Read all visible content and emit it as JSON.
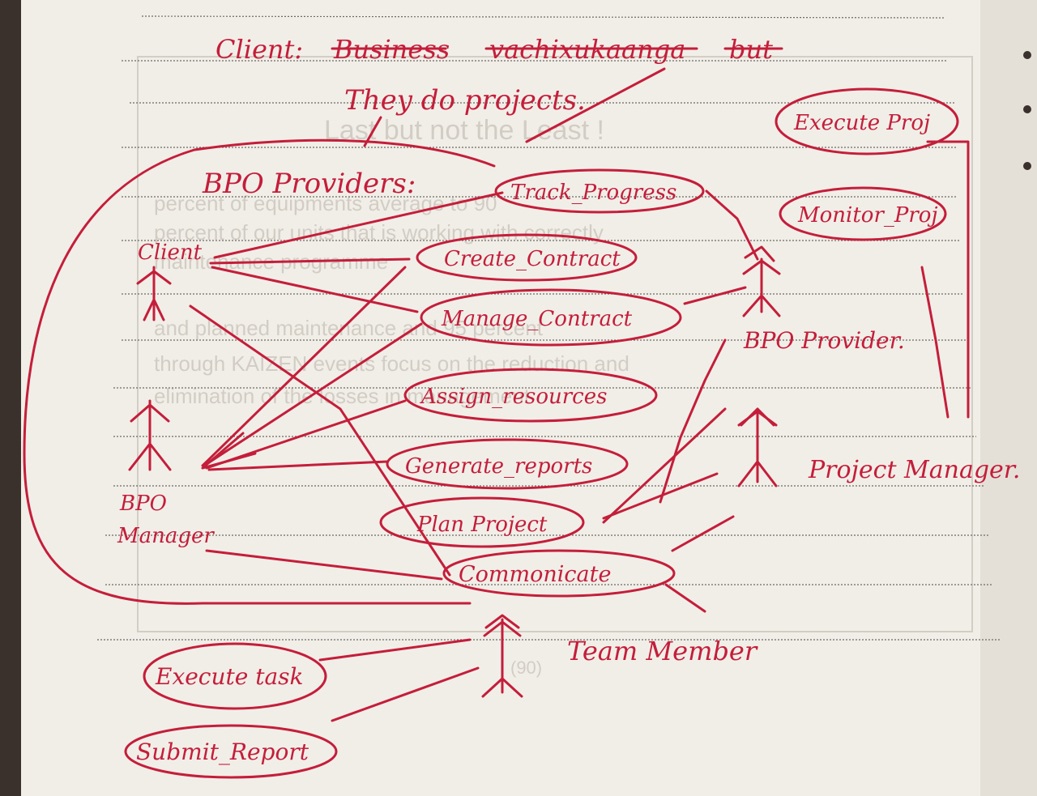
{
  "header": {
    "line1_label": "Client:",
    "line1_struck_a": "Business",
    "line1_struck_b": "vachixukaanga",
    "line1_struck_c": "but",
    "line2": "They do projects."
  },
  "section_label": "BPO Providers:",
  "actors": {
    "client": "Client",
    "bpo_manager_1": "BPO",
    "bpo_manager_2": "Manager",
    "bpo_provider": "BPO Provider.",
    "project_manager": "Project Manager.",
    "team_member": "Team Member"
  },
  "use_cases": {
    "track_progress": "Track_Progress",
    "create_contract": "Create_Contract",
    "manage_contract": "Manage_Contract",
    "assign_resources": "Assign_resources",
    "generate_reports": "Generate_reports",
    "plan_project": "Plan Project",
    "communicate": "Commonicate",
    "execute_proj": "Execute Proj",
    "monitor_proj": "Monitor_Proj",
    "execute_task": "Execute task",
    "submit_report": "Submit_Report"
  },
  "background_print": {
    "heading": "Last but not the Least !",
    "line1": "percent of equipments average to 90",
    "line2": "percent of our units that is working with correctly",
    "line3": "maintenance programme",
    "line4": "and planned maintenance and 95 percent",
    "line5": "through KAIZEN events focus on the reduction and",
    "line6": "elimination of the losses in management",
    "page_number": "(90)"
  },
  "colors": {
    "ink": "#c41e3a",
    "paper": "#f1eee8",
    "rule": "#6d6a66"
  }
}
